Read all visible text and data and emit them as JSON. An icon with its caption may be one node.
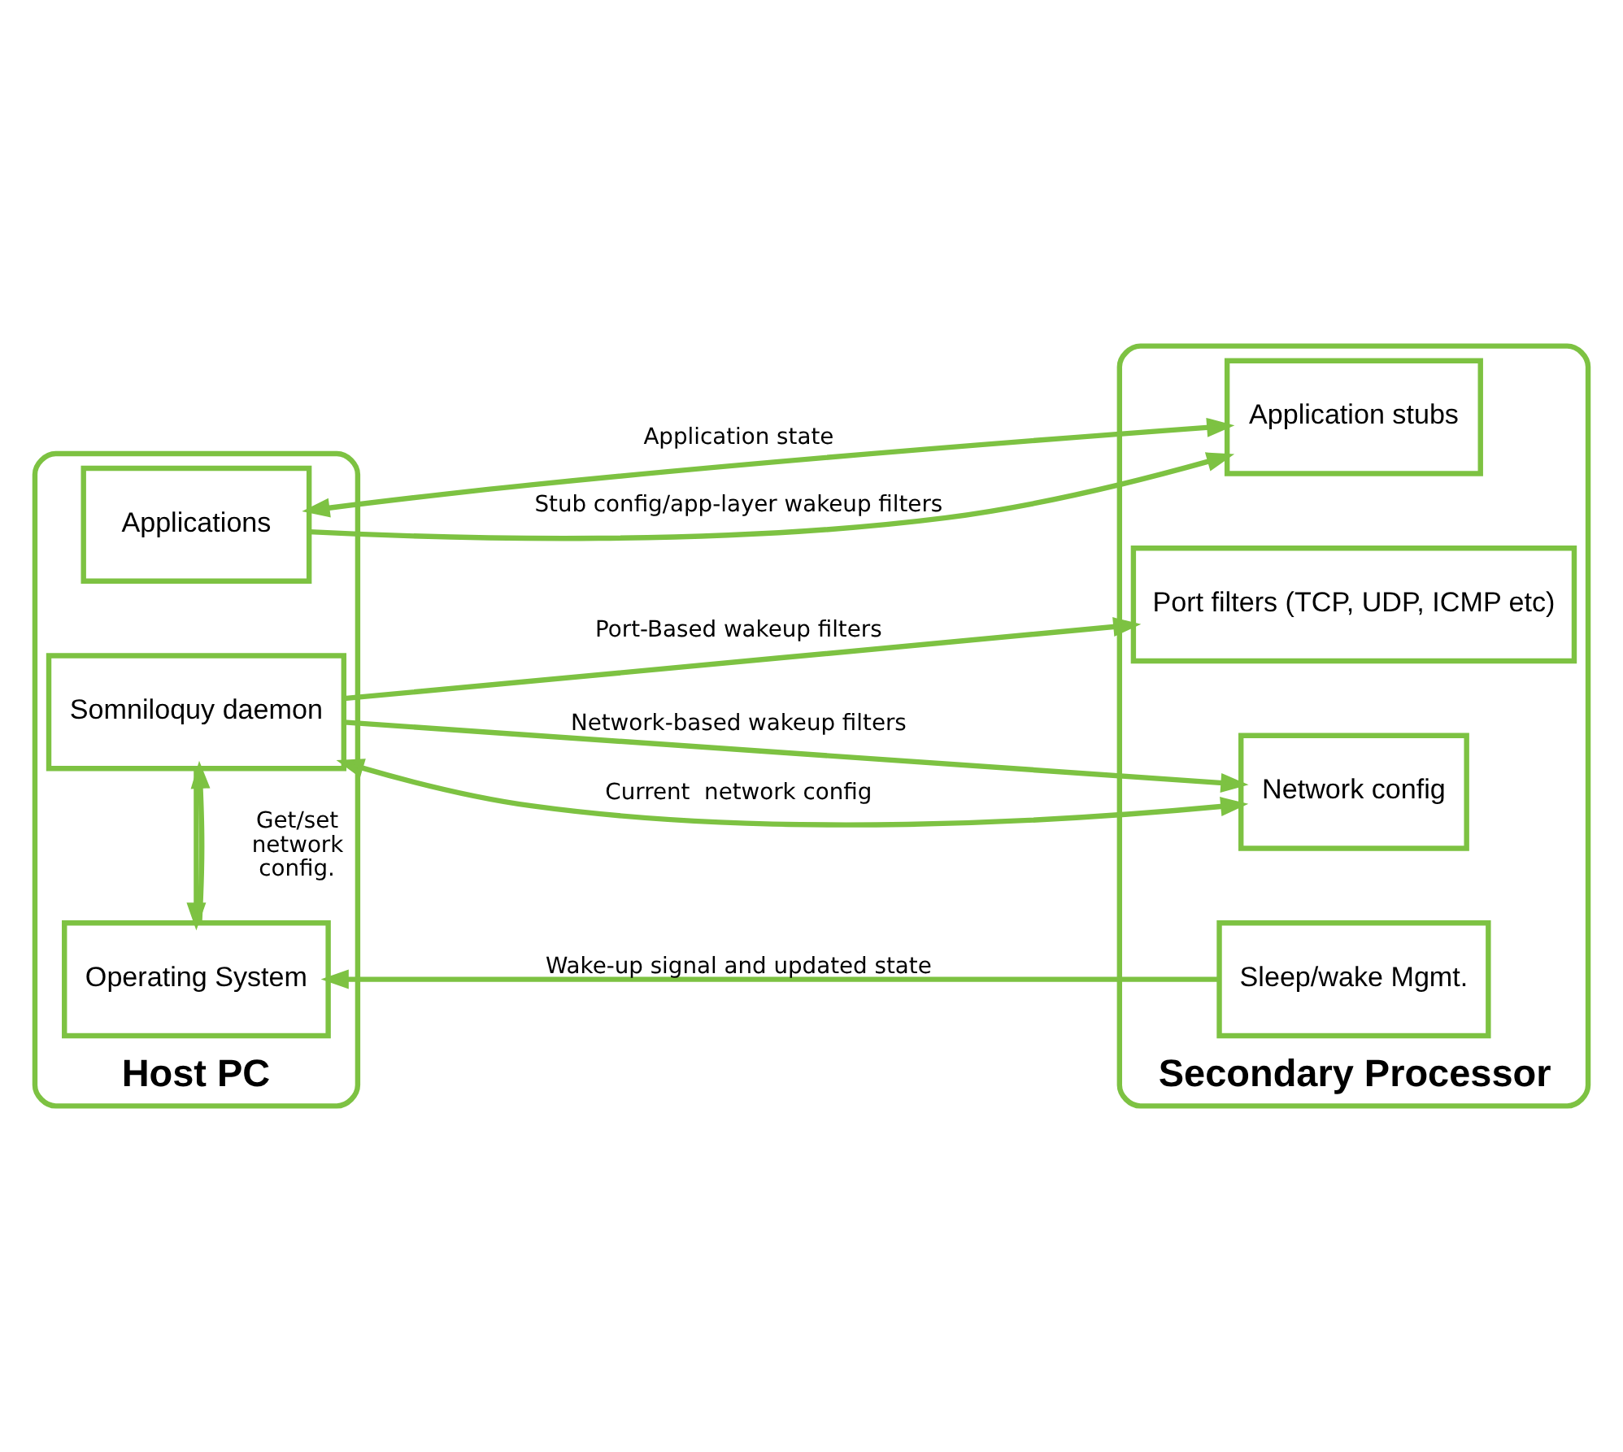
{
  "diagram": {
    "nodes": [
      {
        "text": [
          "Host PC"
        ]
      },
      {
        "text": [
          "Applications"
        ],
        "in": 0
      },
      {
        "text": [
          "Somniloquy daemon"
        ],
        "in": 0
      },
      {
        "text": [
          "Operating System"
        ],
        "in": 0
      },
      {
        "text": [
          "Secondary Processor"
        ]
      },
      {
        "text": [
          "Application stubs"
        ],
        "in": 4
      },
      {
        "text": [
          "Port filters (TCP, UDP, ICMP etc)"
        ],
        "in": 4
      },
      {
        "text": [
          "Network config"
        ],
        "in": 4
      },
      {
        "text": [
          "Sleep/wake Mgmt."
        ],
        "in": 4
      }
    ],
    "edges": [
      {
        "from": 1,
        "to": 5,
        "arrow": "both",
        "label": "Application state"
      },
      {
        "from": 1,
        "to": 5,
        "arrow": "to",
        "label": "Stub config/app-layer wakeup filters"
      },
      {
        "from": 2,
        "to": 6,
        "arrow": "to",
        "label": "Port-Based wakeup filters"
      },
      {
        "from": 2,
        "to": 7,
        "arrow": "to",
        "label": "Network-based wakeup filters"
      },
      {
        "from": 7,
        "to": 2,
        "arrow": "both",
        "label": "Current  network config"
      },
      {
        "from": 3,
        "to": 2,
        "arrow": "to"
      },
      {
        "from": 2,
        "to": 3,
        "arrow": "to",
        "label": "Get/set network config."
      },
      {
        "from": 8,
        "to": 3,
        "arrow": "to",
        "label": "Wake-up signal and updated state"
      }
    ]
  }
}
